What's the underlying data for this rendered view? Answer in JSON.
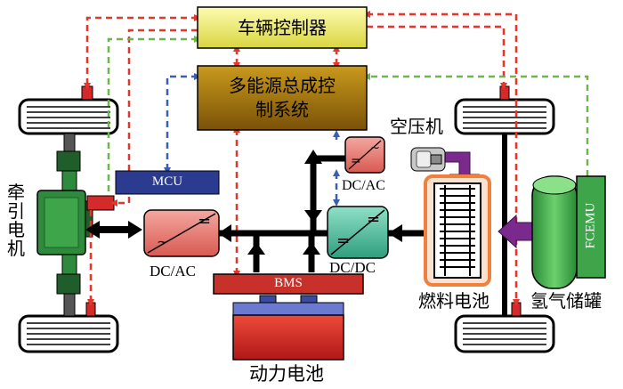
{
  "blocks": {
    "vehicle_controller": "车辆控制器",
    "energy_controller_line1": "多能源总成控",
    "energy_controller_line2": "制系统",
    "mcu": "MCU",
    "bms": "BMS",
    "fcemu": "FCEMU",
    "dcac_left": "DC/AC",
    "dcac_right": "DC/AC",
    "dcdc": "DC/DC",
    "converter_symbol_dc": "=",
    "converter_symbol_ac": "~"
  },
  "labels": {
    "traction_motor": [
      "牵",
      "引",
      "电",
      "机"
    ],
    "air_compressor": "空压机",
    "fuel_cell": "燃料电池",
    "hydrogen_tank": "氢气储罐",
    "power_battery": "动力电池"
  },
  "colors": {
    "red_signal": "#e8342a",
    "green_signal": "#6ab84a",
    "blue_signal": "#3a5fb0",
    "vehicle_controller_fill": "#f7f48a",
    "energy_controller_fill": "#b8860b",
    "mcu_fill": "#2b3b8f",
    "bms_fill": "#c8302a",
    "converter_red": "#e8807a",
    "converter_teal": "#5ec7a8",
    "fuel_cell_border": "#f08040",
    "tank_green": "#3fa54a",
    "motor_green": "#2e8b3e",
    "purple_flow": "#7a2a8c"
  }
}
